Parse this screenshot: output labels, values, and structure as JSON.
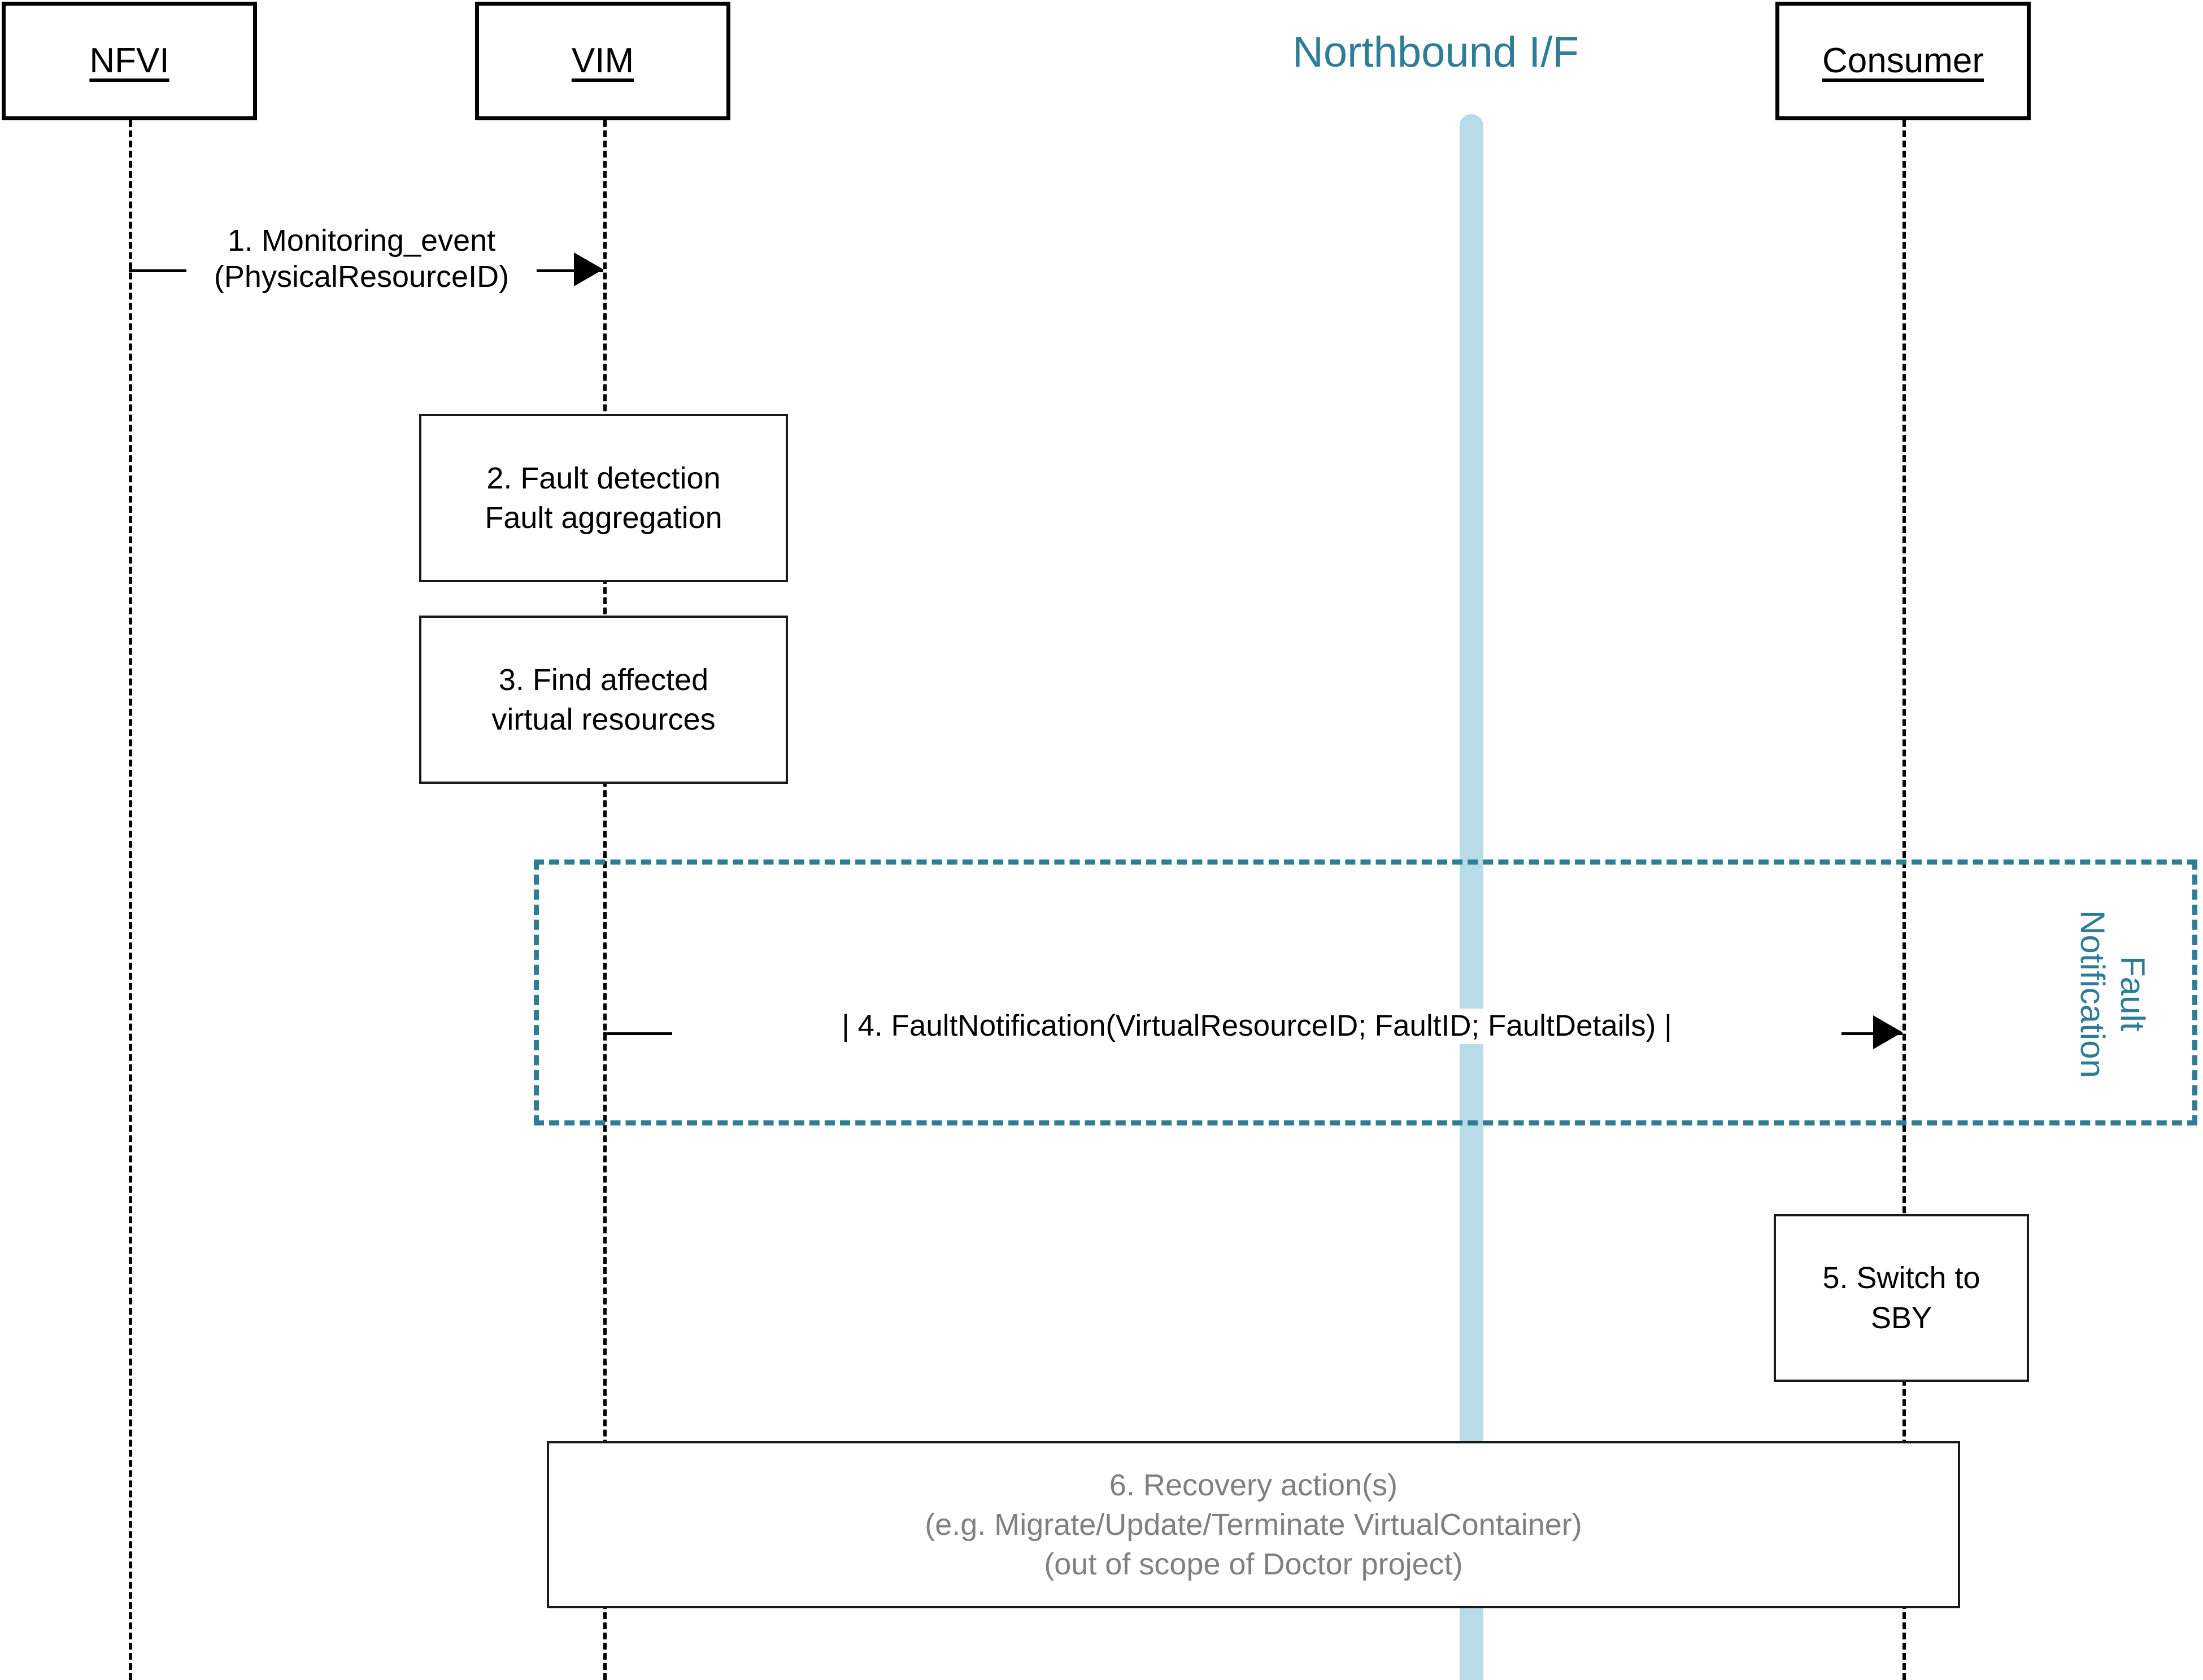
{
  "diagram": {
    "title_text": "Northbound I/F",
    "accent_color": "#2E7D96",
    "lifeline_bar_color": "#B7DCE8",
    "grey_text_color": "#808080",
    "frame_label_line1": "Fault",
    "frame_label_line2": "Notification"
  },
  "actors": [
    {
      "name": "nfvi",
      "label": "NFVI"
    },
    {
      "name": "vim",
      "label": "VIM"
    },
    {
      "name": "consumer",
      "label": "Consumer"
    }
  ],
  "messages": [
    {
      "id": "msg1",
      "line1": "1. Monitoring_event",
      "line2": "(PhysicalResourceID)",
      "from": "NFVI",
      "to": "VIM"
    },
    {
      "id": "msg4",
      "line1": "| 4. FaultNotification(VirtualResourceID; FaultID; FaultDetails) |",
      "from": "VIM",
      "to": "Consumer"
    }
  ],
  "processes": [
    {
      "id": "step2",
      "line1": "2. Fault detection",
      "line2": "Fault aggregation"
    },
    {
      "id": "step3",
      "line1": "3. Find affected",
      "line2": "virtual resources"
    },
    {
      "id": "step5",
      "line1": "5. Switch to",
      "line2": "SBY"
    },
    {
      "id": "step6",
      "line1": "6. Recovery action(s)",
      "line2": "(e.g. Migrate/Update/Terminate VirtualContainer)",
      "line3": "(out of scope of Doctor project)"
    }
  ]
}
